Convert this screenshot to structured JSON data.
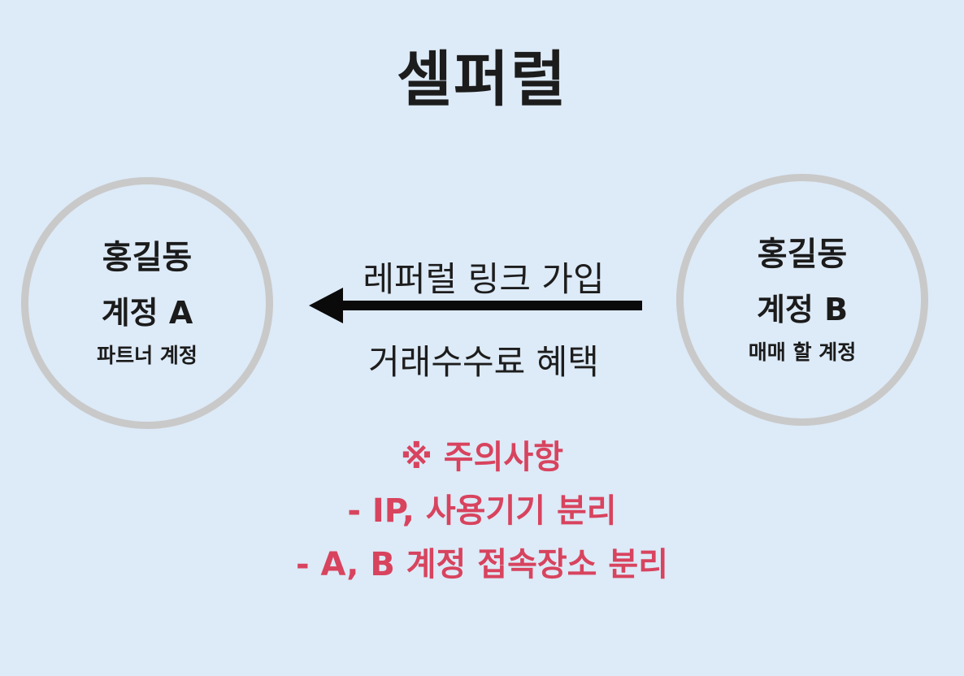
{
  "title": "셀퍼럴",
  "account_a": {
    "name": "홍길동",
    "account": "계정 A",
    "role": "파트너 계정"
  },
  "account_b": {
    "name": "홍길동",
    "account": "계정 B",
    "role": "매매 할 계정"
  },
  "arrow": {
    "top_label": "레퍼럴 링크 가입",
    "bottom_label": "거래수수료 혜택",
    "direction": "B-to-A"
  },
  "notes": {
    "heading": "※ 주의사항",
    "items": [
      "- IP, 사용기기 분리",
      "- A, B 계정 접속장소 분리"
    ]
  },
  "colors": {
    "background": "#ddeaf7",
    "circle_border": "#c9c9c9",
    "notes": "#d8435e",
    "arrow": "#0a0a0a"
  }
}
